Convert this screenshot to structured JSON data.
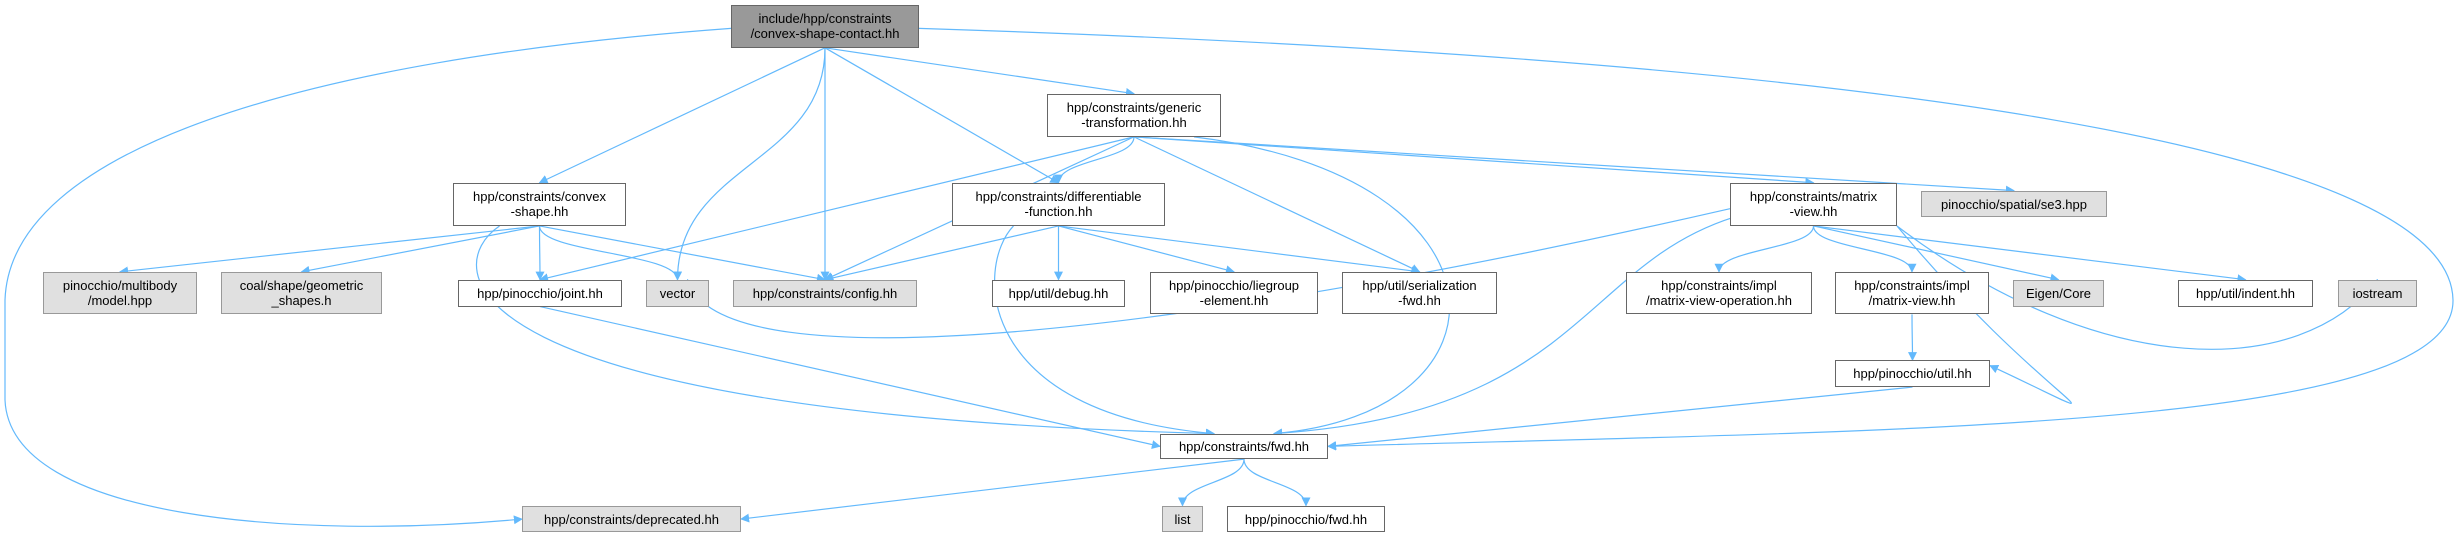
{
  "graph": {
    "colors": {
      "edge": "#63b9fc",
      "root_fill": "#999999",
      "external_fill": "#e0e0e0",
      "node_fill": "#ffffff"
    },
    "nodes": {
      "root": "include/hpp/constraints\n/convex-shape-contact.hh",
      "convex_shape": "hpp/constraints/convex\n-shape.hh",
      "generic_transformation": "hpp/constraints/generic\n-transformation.hh",
      "differentiable_function": "hpp/constraints/differentiable\n-function.hh",
      "matrix_view": "hpp/constraints/matrix\n-view.hh",
      "se3": "pinocchio/spatial/se3.hpp",
      "model": "pinocchio/multibody\n/model.hpp",
      "geometric_shapes": "coal/shape/geometric\n_shapes.h",
      "joint": "hpp/pinocchio/joint.hh",
      "vector": "vector",
      "config": "hpp/constraints/config.hh",
      "debug": "hpp/util/debug.hh",
      "liegroup": "hpp/pinocchio/liegroup\n-element.hh",
      "serialization": "hpp/util/serialization\n-fwd.hh",
      "impl_op": "hpp/constraints/impl\n/matrix-view-operation.hh",
      "impl_mv": "hpp/constraints/impl\n/matrix-view.hh",
      "eigen": "Eigen/Core",
      "indent": "hpp/util/indent.hh",
      "iostream": "iostream",
      "pin_util": "hpp/pinocchio/util.hh",
      "fwd": "hpp/constraints/fwd.hh",
      "deprecated": "hpp/constraints/deprecated.hh",
      "list": "list",
      "pin_fwd": "hpp/pinocchio/fwd.hh"
    },
    "edges": [
      [
        "root",
        "convex_shape"
      ],
      [
        "root",
        "vector"
      ],
      [
        "root",
        "config"
      ],
      [
        "root",
        "differentiable_function"
      ],
      [
        "root",
        "generic_transformation"
      ],
      [
        "root",
        "fwd"
      ],
      [
        "root",
        "deprecated"
      ],
      [
        "generic_transformation",
        "joint"
      ],
      [
        "generic_transformation",
        "config"
      ],
      [
        "generic_transformation",
        "differentiable_function"
      ],
      [
        "generic_transformation",
        "serialization"
      ],
      [
        "generic_transformation",
        "fwd"
      ],
      [
        "generic_transformation",
        "matrix_view"
      ],
      [
        "generic_transformation",
        "se3"
      ],
      [
        "convex_shape",
        "model"
      ],
      [
        "convex_shape",
        "geometric_shapes"
      ],
      [
        "convex_shape",
        "joint"
      ],
      [
        "convex_shape",
        "vector"
      ],
      [
        "convex_shape",
        "config"
      ],
      [
        "convex_shape",
        "fwd"
      ],
      [
        "differentiable_function",
        "config"
      ],
      [
        "differentiable_function",
        "debug"
      ],
      [
        "differentiable_function",
        "liegroup"
      ],
      [
        "differentiable_function",
        "serialization"
      ],
      [
        "differentiable_function",
        "fwd"
      ],
      [
        "matrix_view",
        "vector"
      ],
      [
        "matrix_view",
        "fwd"
      ],
      [
        "matrix_view",
        "impl_op"
      ],
      [
        "matrix_view",
        "impl_mv"
      ],
      [
        "matrix_view",
        "eigen"
      ],
      [
        "matrix_view",
        "pin_util"
      ],
      [
        "matrix_view",
        "indent"
      ],
      [
        "matrix_view",
        "iostream"
      ],
      [
        "impl_mv",
        "pin_util"
      ],
      [
        "pin_util",
        "fwd"
      ],
      [
        "joint",
        "fwd"
      ],
      [
        "fwd",
        "deprecated"
      ],
      [
        "fwd",
        "list"
      ],
      [
        "fwd",
        "pin_fwd"
      ]
    ]
  }
}
